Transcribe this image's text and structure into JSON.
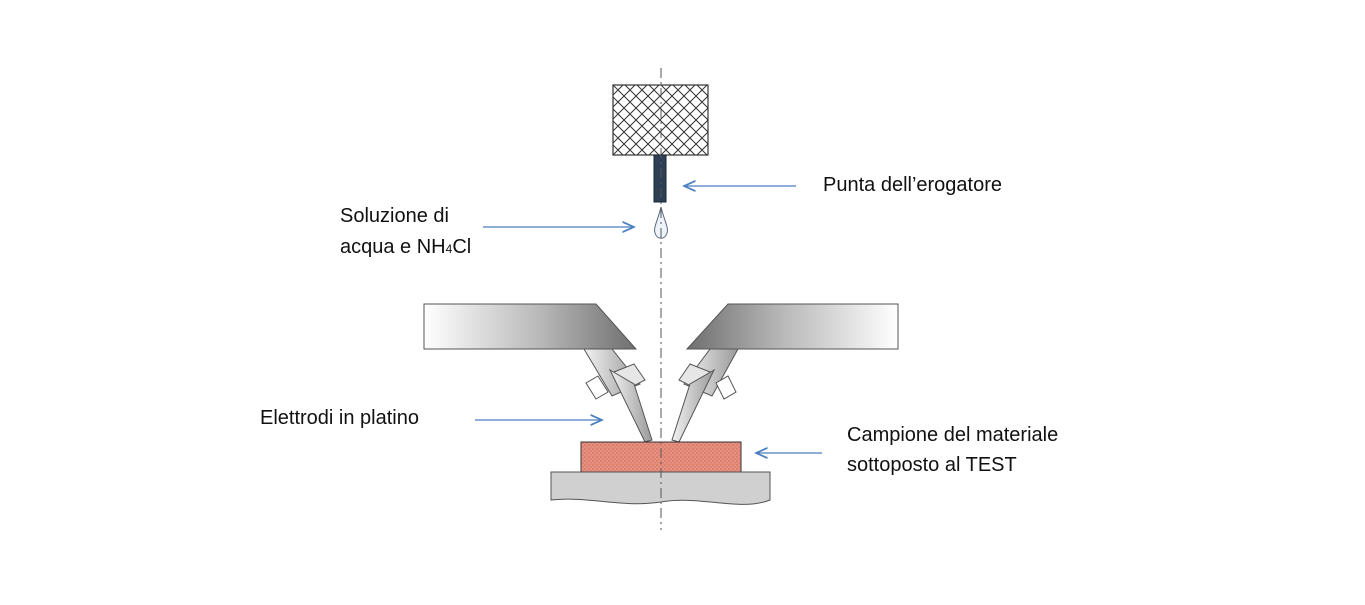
{
  "labels": {
    "dispenser_tip": "Punta dell’erogatore",
    "solution_line1": "Soluzione di",
    "solution_line2_pre": "acqua e NH",
    "solution_line2_sub": "4",
    "solution_line2_post": "Cl",
    "electrodes": "Elettrodi in platino",
    "sample_line1": "Campione del materiale",
    "sample_line2": "sottoposto al TEST"
  },
  "colors": {
    "arrow": "#4a7ebf",
    "sample_fill": "#e89080",
    "sample_edge": "#333333",
    "tip_fill": "#2f3f56",
    "base_fill": "#d0d0d0",
    "axis": "#555555"
  }
}
